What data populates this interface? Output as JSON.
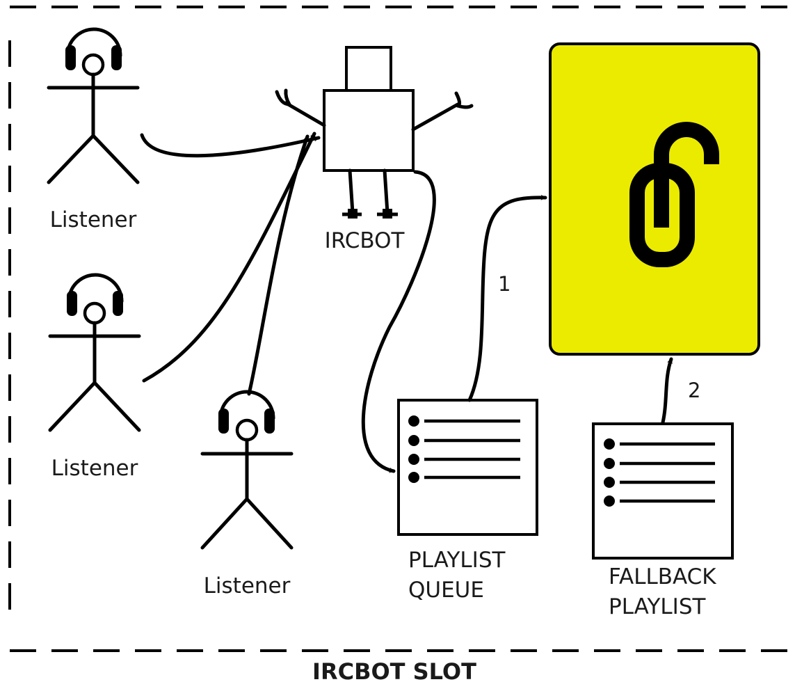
{
  "slot": {
    "label": "IRCBOT SLOT"
  },
  "listeners": [
    {
      "label": "Listener"
    },
    {
      "label": "Listener"
    },
    {
      "label": "Listener"
    }
  ],
  "ircbot": {
    "label": "IRCBOT"
  },
  "playlist_queue": {
    "line1": "PLAYLIST",
    "line2": "QUEUE"
  },
  "fallback_playlist": {
    "line1": "FALLBACK",
    "line2": "PLAYLIST"
  },
  "edges": {
    "queue_to_player": "1",
    "fallback_to_player": "2"
  },
  "colors": {
    "player_fill": "#ebeb00",
    "stroke": "#000000"
  },
  "icons": {
    "player": "open-padlock-icon",
    "listener": "person-with-headphones-icon",
    "robot": "robot-icon",
    "playlist": "playlist-icon"
  }
}
